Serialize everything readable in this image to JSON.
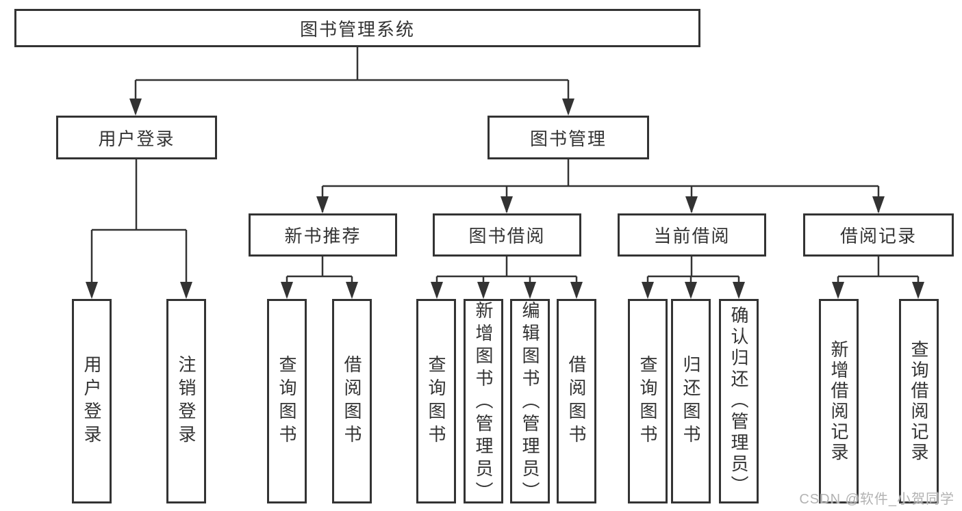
{
  "diagram": {
    "root": {
      "label": "图书管理系统",
      "children": [
        {
          "label": "用户登录",
          "children": [
            {
              "label": "用户登录"
            },
            {
              "label": "注销登录"
            }
          ]
        },
        {
          "label": "图书管理",
          "children": [
            {
              "label": "新书推荐",
              "children": [
                {
                  "label": "查询图书"
                },
                {
                  "label": "借阅图书"
                }
              ]
            },
            {
              "label": "图书借阅",
              "children": [
                {
                  "label": "查询图书"
                },
                {
                  "label": "新增图书（管理员）"
                },
                {
                  "label": "编辑图书（管理员）"
                },
                {
                  "label": "借阅图书"
                }
              ]
            },
            {
              "label": "当前借阅",
              "children": [
                {
                  "label": "查询图书"
                },
                {
                  "label": "归还图书"
                },
                {
                  "label": "确认归还（管理员）"
                }
              ]
            },
            {
              "label": "借阅记录",
              "children": [
                {
                  "label": "新增借阅记录"
                },
                {
                  "label": "查询借阅记录"
                }
              ]
            }
          ]
        }
      ]
    }
  },
  "watermark": "CSDN @软件_小贺同学",
  "colors": {
    "line": "#333333",
    "box_border": "#333333",
    "text": "#333333",
    "background": "#ffffff",
    "watermark": "#b3b3b3"
  }
}
